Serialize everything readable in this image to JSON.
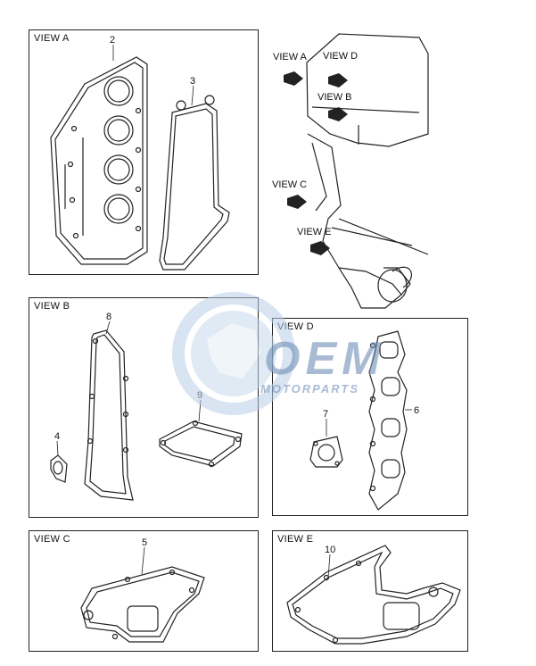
{
  "panels": {
    "view_a": {
      "title": "VIEW A",
      "parts": [
        "2",
        "3"
      ]
    },
    "view_b": {
      "title": "VIEW B",
      "parts": [
        "8",
        "9",
        "4"
      ]
    },
    "view_d": {
      "title": "VIEW D",
      "parts": [
        "7",
        "6"
      ]
    },
    "view_c": {
      "title": "VIEW C",
      "parts": [
        "5"
      ]
    },
    "view_e": {
      "title": "VIEW E",
      "parts": [
        "10"
      ]
    }
  },
  "engine_views": {
    "view_a": "VIEW A",
    "view_d": "VIEW D",
    "view_b": "VIEW B",
    "view_c": "VIEW C",
    "view_e": "VIEW E"
  },
  "watermark": {
    "brand": "OEM",
    "sub": "MOTORPARTS",
    "color": "#9fb8d6"
  }
}
